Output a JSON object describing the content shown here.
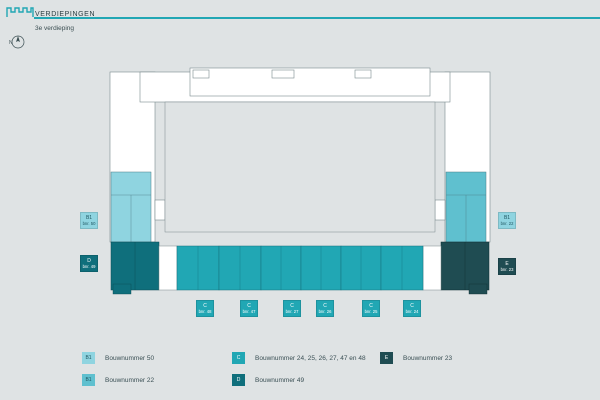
{
  "header": {
    "section": "VERDIEPINGEN",
    "floor": "3e verdieping",
    "compass_letter": "N"
  },
  "colors": {
    "bn50": "#8fd4e0",
    "bn22": "#5fc0cf",
    "c": "#21a7b4",
    "d": "#0f6f7c",
    "e": "#1f4c52"
  },
  "plan_tags": [
    {
      "id": "bn50-left",
      "code": "B1",
      "sub": "bnr. 50",
      "kind": "bn50"
    },
    {
      "id": "d-left",
      "code": "D",
      "sub": "bnr. 49",
      "kind": "d"
    },
    {
      "id": "bn22-right",
      "code": "B1",
      "sub": "bnr. 22",
      "kind": "bn22"
    },
    {
      "id": "e-right",
      "code": "E",
      "sub": "bnr. 23",
      "kind": "e"
    },
    {
      "id": "c-1",
      "code": "C",
      "sub": "bnr. 48",
      "kind": "c"
    },
    {
      "id": "c-2",
      "code": "C",
      "sub": "bnr. 47",
      "kind": "c"
    },
    {
      "id": "c-3",
      "code": "C",
      "sub": "bnr. 27",
      "kind": "c"
    },
    {
      "id": "c-4",
      "code": "C",
      "sub": "bnr. 26",
      "kind": "c"
    },
    {
      "id": "c-5",
      "code": "C",
      "sub": "bnr. 25",
      "kind": "c"
    },
    {
      "id": "c-6",
      "code": "C",
      "sub": "bnr. 24",
      "kind": "c"
    }
  ],
  "legend": [
    {
      "code": "B1",
      "label": "Bouwnummer 50",
      "kind": "bn50"
    },
    {
      "code": "B1",
      "label": "Bouwnummer 22",
      "kind": "bn22"
    },
    {
      "code": "C",
      "label": "Bouwnummer 24, 25, 26, 27, 47 en 48",
      "kind": "c"
    },
    {
      "code": "D",
      "label": "Bouwnummer 49",
      "kind": "d"
    },
    {
      "code": "E",
      "label": "Bouwnummer 23",
      "kind": "e"
    }
  ]
}
